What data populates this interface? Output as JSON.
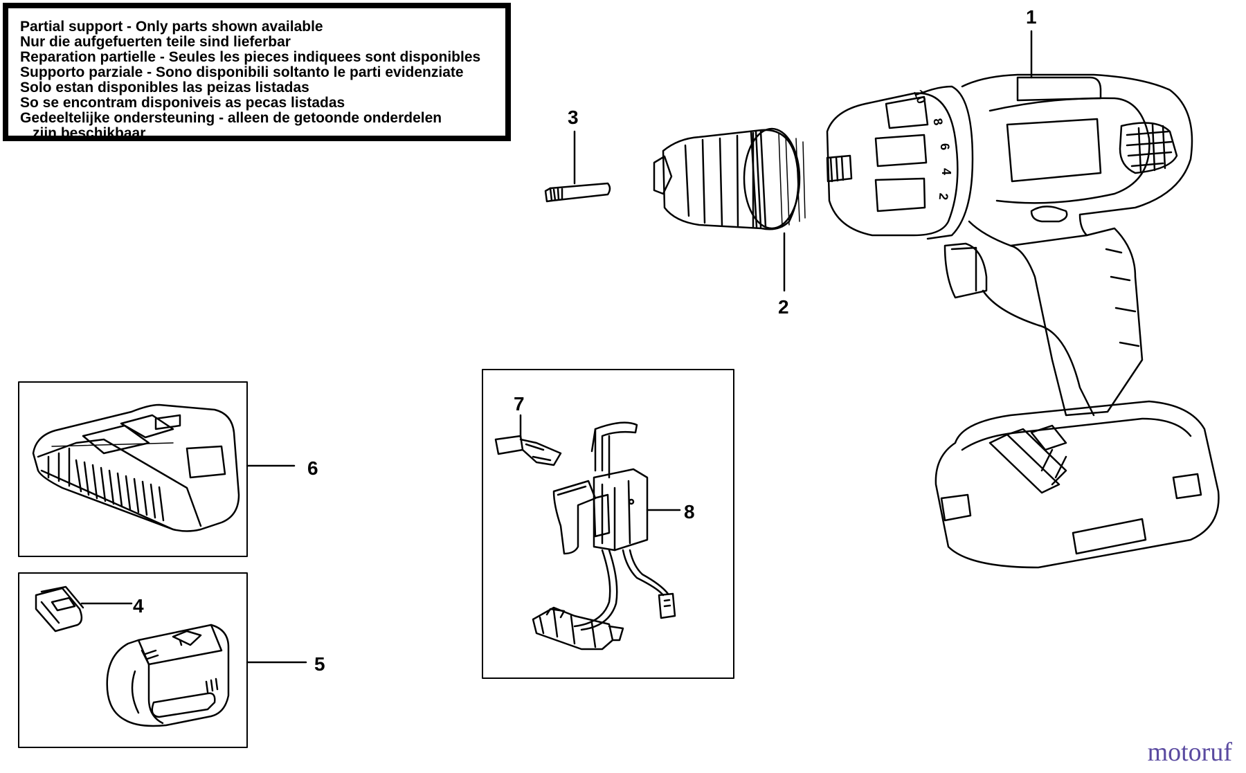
{
  "notice": {
    "lines": [
      "Partial support - Only parts shown available",
      "Nur die aufgefuerten teile sind lieferbar",
      "Reparation partielle - Seules les pieces indiquees sont disponibles",
      "Supporto parziale - Sono disponibili soltanto le parti evidenziate",
      "Solo estan disponibles las peizas listadas",
      "So se encontram disponiveis as pecas listadas",
      "Gedeeltelijke ondersteuning - alleen de getoonde onderdelen",
      "zijn beschikbaar"
    ]
  },
  "part_numbers": {
    "p1": "1",
    "p2": "2",
    "p3": "3",
    "p4": "4",
    "p5": "5",
    "p6": "6",
    "p7": "7",
    "p8": "8"
  },
  "clutch_dial": [
    "10",
    "8",
    "6",
    "4",
    "2"
  ],
  "brand": "motoruf"
}
